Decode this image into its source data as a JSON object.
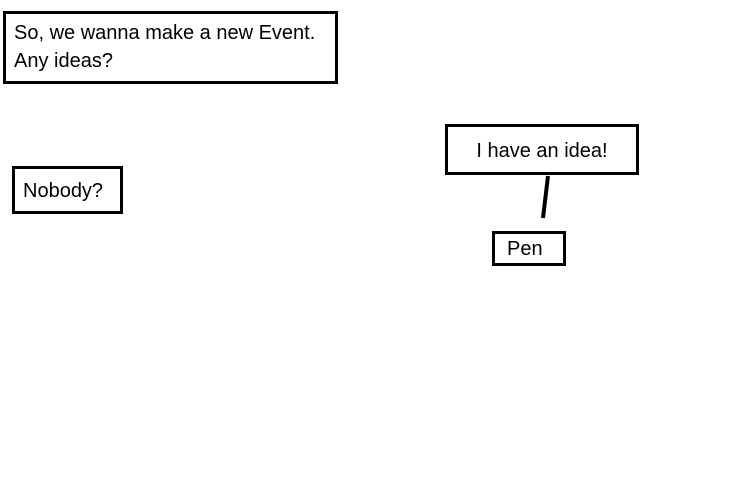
{
  "bubbles": {
    "intro": {
      "line1": "So, we wanna make a new Event.",
      "line2": "Any ideas?"
    },
    "nobody": "Nobody?",
    "idea": "I have an idea!",
    "pen": "Pen"
  }
}
